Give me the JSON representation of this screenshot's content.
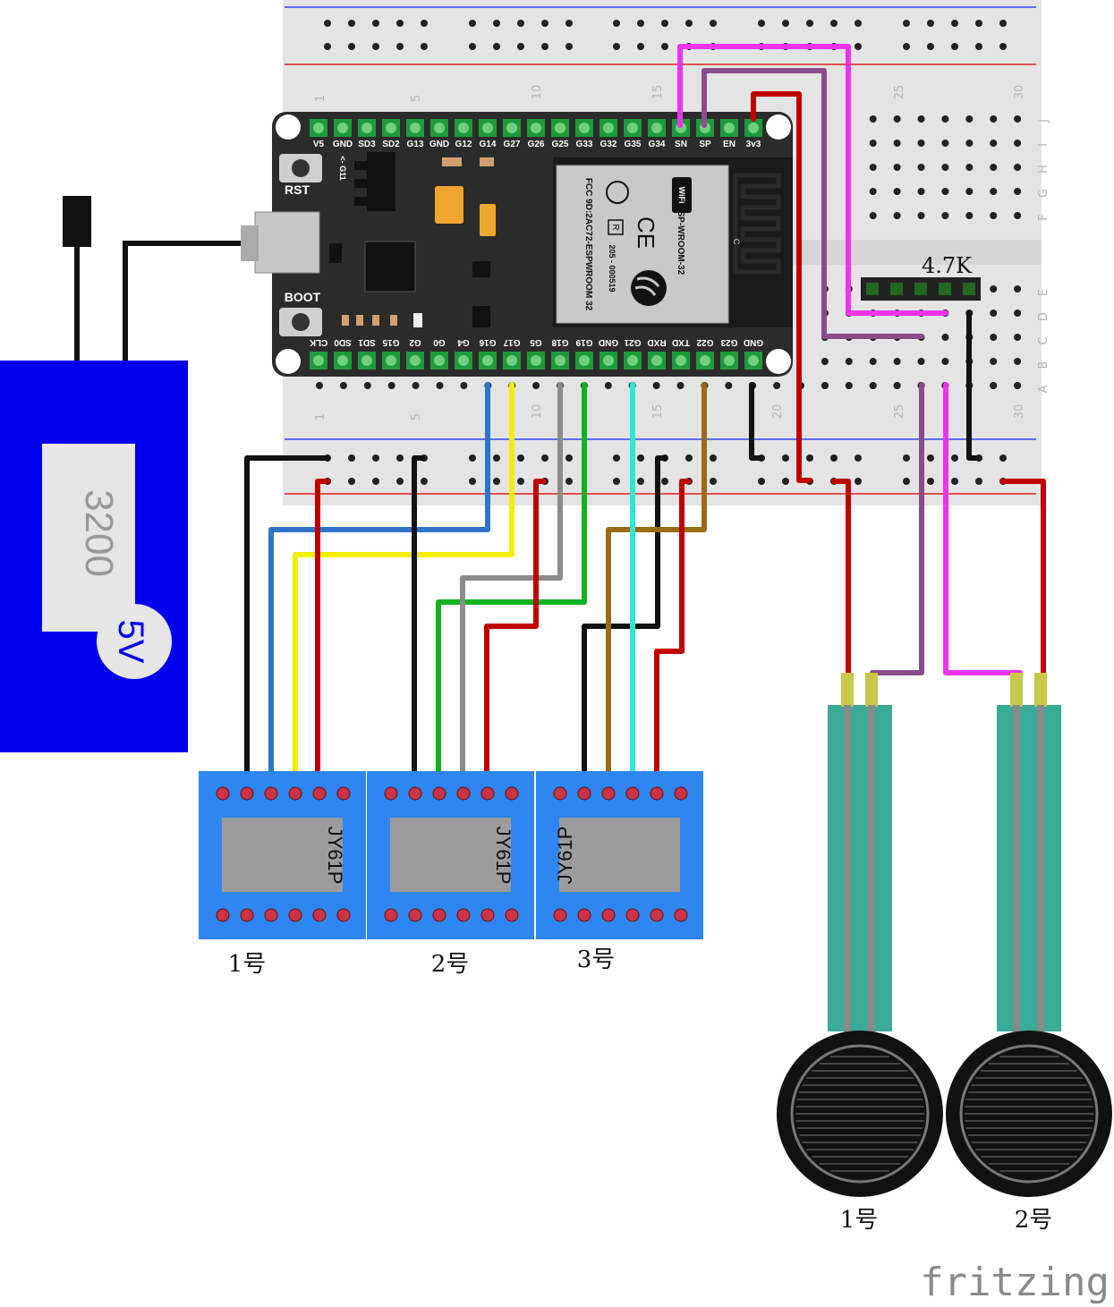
{
  "brand": "fritzing",
  "battery": {
    "capacity": "3200",
    "voltage": "5V",
    "color": "#0000ee"
  },
  "resistor": {
    "label": "4.7K"
  },
  "esp32": {
    "top_pins": [
      "V5",
      "GND",
      "SD3",
      "SD2",
      "G13",
      "GND",
      "G12",
      "G14",
      "G27",
      "G26",
      "G25",
      "G33",
      "G32",
      "G35",
      "G34",
      "SN",
      "SP",
      "EN",
      "3v3"
    ],
    "bottom_pins": [
      "CLK",
      "SD0",
      "SD1",
      "G15",
      "G2",
      "G0",
      "G4",
      "G16",
      "G17",
      "G5",
      "G18",
      "G19",
      "GND",
      "G21",
      "RXD",
      "TXD",
      "G22",
      "G23",
      "GND"
    ],
    "rst_label": "RST",
    "boot_label": "BOOT",
    "g11_label": "<- G11",
    "module_name": "ESP-WROOM-32",
    "module_fcc": "FCC 9D:2AC72-ESPWROOM 32",
    "module_cert": "205 - 000519",
    "wifi_badge": "WiFi",
    "ce_mark": "CE",
    "r_mark": "R",
    "c_mark": "C"
  },
  "breadboard": {
    "col_numbers": [
      "1",
      "5",
      "10",
      "15",
      "20",
      "25",
      "30"
    ],
    "row_letters_top": [
      "J",
      "I",
      "H",
      "G",
      "F"
    ],
    "row_letters_bottom": [
      "E",
      "D",
      "C",
      "B",
      "A"
    ]
  },
  "modules": [
    {
      "chip": "JY61P",
      "caption": "1号"
    },
    {
      "chip": "JY61P",
      "caption": "2号"
    },
    {
      "chip": "JY61P",
      "caption": "3号"
    }
  ],
  "sensors": [
    {
      "caption": "1号"
    },
    {
      "caption": "2号"
    }
  ],
  "colors": {
    "wire_black": "#111111",
    "wire_red": "#c00000",
    "wire_blue": "#2f74c8",
    "wire_yellow": "#f2ee00",
    "wire_gray": "#8c8c8c",
    "wire_green": "#11b31f",
    "wire_cyan": "#2ee8d2",
    "wire_brown": "#9a6b17",
    "wire_magenta": "#ee33ee",
    "wire_purple": "#8a4d8a",
    "module_blue": "#2f86f0",
    "sensor_teal": "#3aaa99"
  }
}
